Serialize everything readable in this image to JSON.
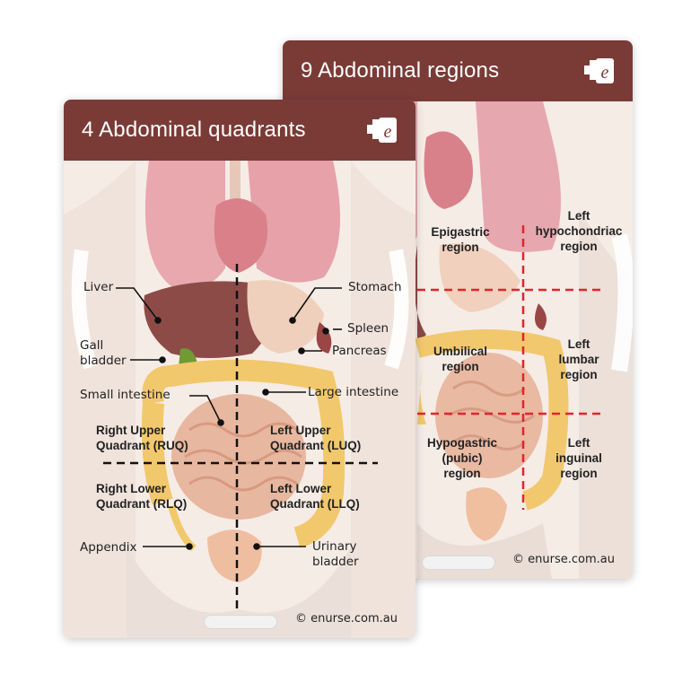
{
  "cards": {
    "back": {
      "title": "9 Abdominal regions",
      "footer": "© enurse.com.au",
      "regions": {
        "epigastric": "Epigastric\nregion",
        "left_hypochondriac": "Left\nhypochondriac\nregion",
        "umbilical": "Umbilical\nregion",
        "left_lumbar": "Left\nlumbar\nregion",
        "hypogastric": "Hypogastric\n(pubic)\nregion",
        "left_inguinal": "Left\ninguinal\nregion"
      }
    },
    "front": {
      "title": "4 Abdominal quadrants",
      "footer": "© enurse.com.au",
      "organs": {
        "liver": "Liver",
        "gall_bladder": "Gall\nbladder",
        "small_intestine": "Small intestine",
        "appendix": "Appendix",
        "stomach": "Stomach",
        "spleen": "Spleen",
        "pancreas": "Pancreas",
        "large_intestine": "Large intestine",
        "urinary_bladder": "Urinary\nbladder"
      },
      "quadrants": {
        "ruq": "Right Upper\nQuadrant (RUQ)",
        "luq": "Left Upper\nQuadrant (LUQ)",
        "rlq": "Right Lower\nQuadrant (RLQ)",
        "llq": "Left Lower\nQuadrant (LLQ)"
      }
    }
  },
  "colors": {
    "header": "#7a3b37",
    "quadrant_lines": "#111111",
    "region_lines": "#e0252b"
  }
}
